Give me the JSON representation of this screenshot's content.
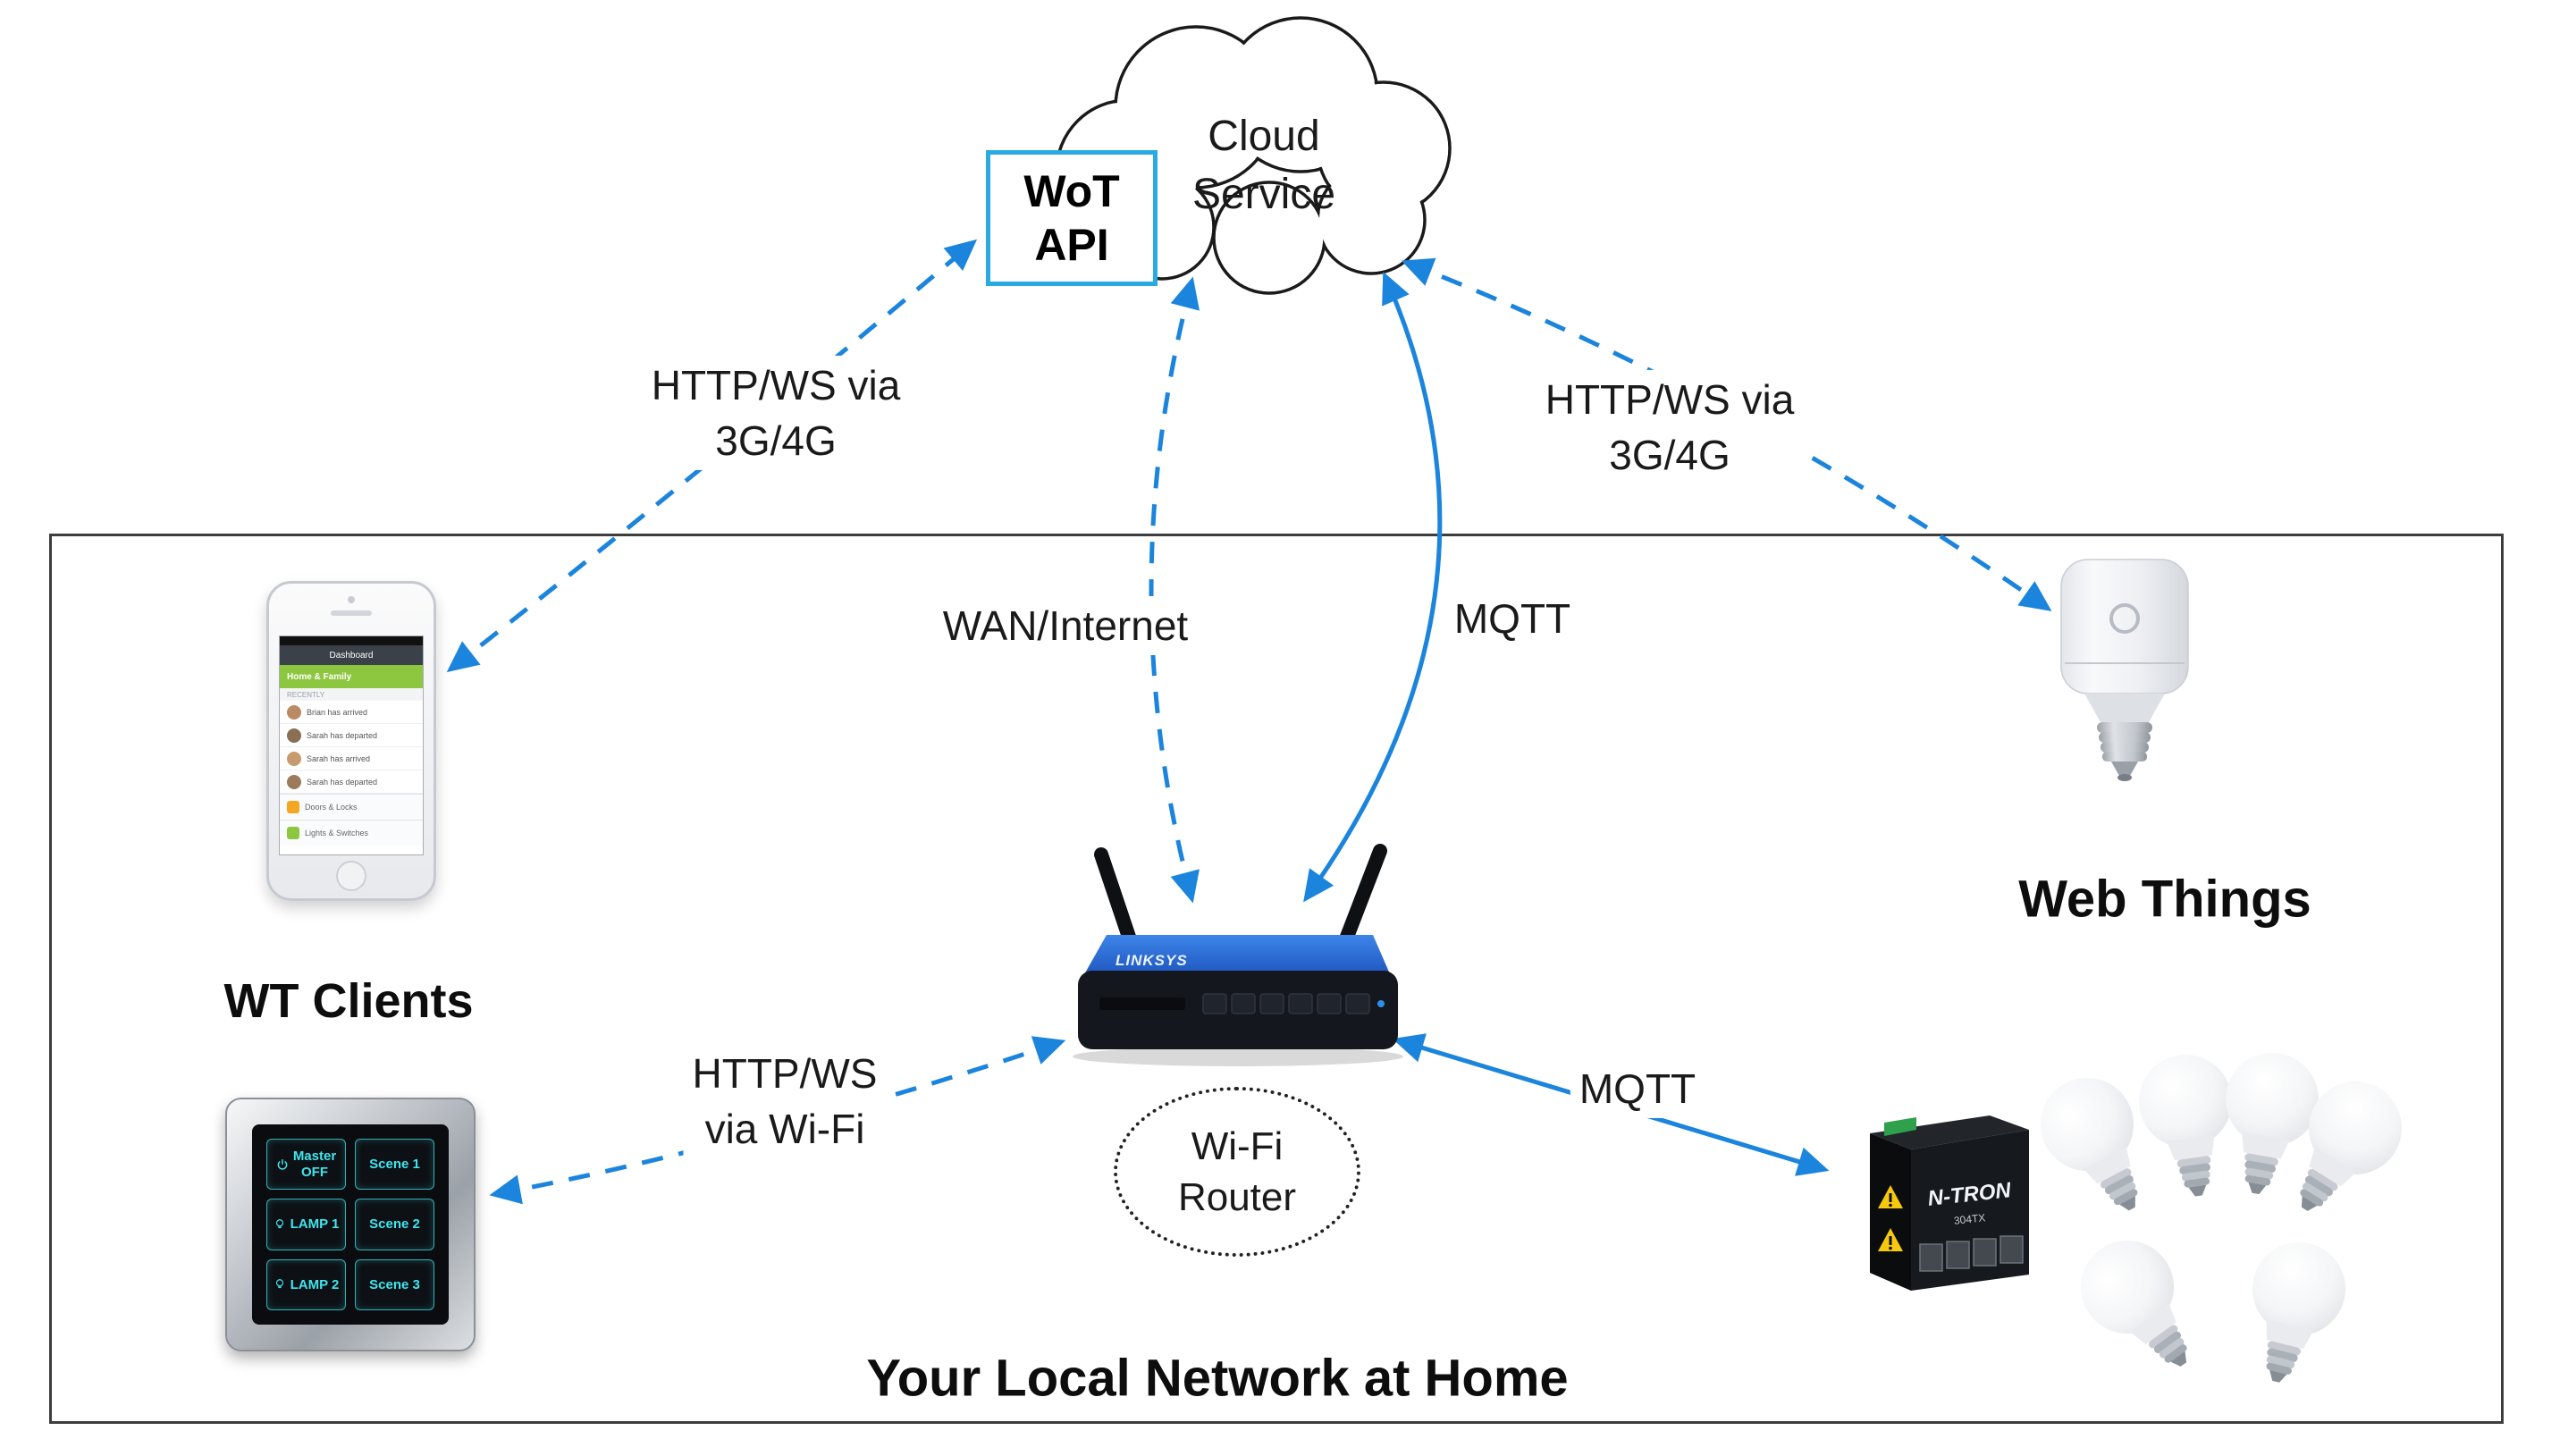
{
  "cloud": {
    "label": "Cloud\nService"
  },
  "wot_api": {
    "label": "WoT\nAPI"
  },
  "edges": [
    {
      "id": "phone-to-wot-api",
      "label": "HTTP/WS via\n3G/4G",
      "style": "dashed",
      "arrows": "both"
    },
    {
      "id": "cloud-to-web-thing",
      "label": "HTTP/WS via\n3G/4G",
      "style": "dashed",
      "arrows": "both"
    },
    {
      "id": "router-to-cloud-wan",
      "label": "WAN/Internet",
      "style": "dashed",
      "arrows": "both"
    },
    {
      "id": "router-to-cloud-mqtt",
      "label": "MQTT",
      "style": "solid",
      "arrows": "both"
    },
    {
      "id": "panel-to-router-wifi",
      "label": "HTTP/WS\nvia Wi-Fi",
      "style": "dashed",
      "arrows": "both"
    },
    {
      "id": "ntron-to-router-mqtt",
      "label": "MQTT",
      "style": "solid",
      "arrows": "both"
    }
  ],
  "sections": {
    "wt_clients": "WT Clients",
    "web_things": "Web Things",
    "local_network": "Your Local Network at Home"
  },
  "router": {
    "ellipse_label": "Wi-Fi\nRouter",
    "brand": "LINKSYS"
  },
  "phone_app": {
    "nav_title": "Dashboard",
    "banner": "Home & Family",
    "section_header": "RECENTLY",
    "feed_items": [
      "Brian has arrived",
      "Sarah has departed",
      "Sarah has arrived",
      "Sarah has departed"
    ],
    "footer_items": [
      "Doors & Locks",
      "Lights & Switches"
    ]
  },
  "switch_panel": {
    "buttons": [
      "Master\nOFF",
      "Scene 1",
      "LAMP 1",
      "Scene 2",
      "LAMP 2",
      "Scene 3"
    ]
  },
  "ntron_switch": {
    "brand": "N-TRON",
    "model": "304TX"
  },
  "colors": {
    "arrow_blue": "#1b84dc",
    "wot_box_border": "#29abe2",
    "panel_button_cyan": "#3fe6ee",
    "banner_green": "#8dc63f"
  }
}
